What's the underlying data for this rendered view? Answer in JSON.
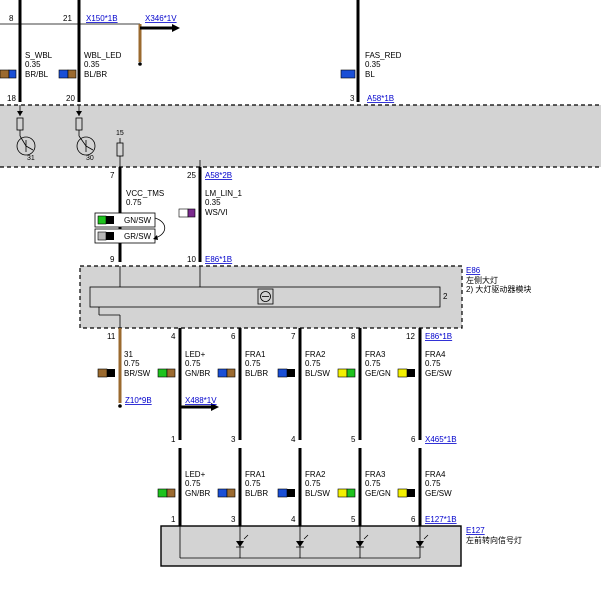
{
  "colors": {
    "brown": "#9b6a2f",
    "blue": "#1a4fd6",
    "green": "#1ec31e",
    "yellow": "#f3f000",
    "black": "#000000",
    "gray": "#b8b8b8",
    "violet": "#7b2a8e",
    "white": "#ffffff",
    "link": "#0000cc",
    "module_gray": "#d3d3d3"
  },
  "top": {
    "pin_8": "8",
    "pin_21": "21",
    "x150_1b": "X150*1B",
    "x346_1v": "X346*1V",
    "wires": [
      {
        "name": "S_WBL",
        "size": "0.35",
        "color_code": "BR/BL"
      },
      {
        "name": "WBL_LED",
        "size": "0.35",
        "color_code": "BL/BR"
      },
      {
        "name": "FAS_RED",
        "size": "0.35",
        "color_code": "BL"
      }
    ],
    "pin_18": "18",
    "pin_20": "20",
    "pin_3": "3",
    "a58_1b": "A58*1B"
  },
  "module_a58": {
    "pin_31": "31",
    "pin_30": "30",
    "pin_15": "15",
    "pin_7": "7",
    "pin_25": "25",
    "a58_2b": "A58*2B"
  },
  "middle": {
    "wires": [
      {
        "name": "VCC_TMS",
        "size": "0.75"
      },
      {
        "name": "LM_LIN_1",
        "size": "0.35",
        "color_code": "WS/VI"
      }
    ],
    "alt_colors": [
      "GN/SW",
      "GR/SW"
    ],
    "pin_9": "9",
    "pin_10": "10",
    "e86_1b_top": "E86*1B"
  },
  "module_e86": {
    "id": "E86",
    "name": "左侧大灯",
    "sub": "2)   大灯驱动器模块",
    "pin_2": "2"
  },
  "lower": {
    "pins_top": [
      "11",
      "4",
      "6",
      "7",
      "8",
      "12"
    ],
    "e86_1b": "E86*1B",
    "wires": [
      {
        "name": "31",
        "size": "0.75",
        "color_code": "BR/SW"
      },
      {
        "name": "LED+",
        "size": "0.75",
        "color_code": "GN/BR"
      },
      {
        "name": "FRA1",
        "size": "0.75",
        "color_code": "BL/BR"
      },
      {
        "name": "FRA2",
        "size": "0.75",
        "color_code": "BL/SW"
      },
      {
        "name": "FRA3",
        "size": "0.75",
        "color_code": "GE/GN"
      },
      {
        "name": "FRA4",
        "size": "0.75",
        "color_code": "GE/SW"
      }
    ],
    "z10_9b": "Z10*9B",
    "x488_1v": "X488*1V",
    "pins_x465": [
      "1",
      "3",
      "4",
      "5",
      "6"
    ],
    "x465_1b": "X465*1B"
  },
  "bottom": {
    "wires": [
      {
        "name": "LED+",
        "size": "0.75",
        "color_code": "GN/BR"
      },
      {
        "name": "FRA1",
        "size": "0.75",
        "color_code": "BL/BR"
      },
      {
        "name": "FRA2",
        "size": "0.75",
        "color_code": "BL/SW"
      },
      {
        "name": "FRA3",
        "size": "0.75",
        "color_code": "GE/GN"
      },
      {
        "name": "FRA4",
        "size": "0.75",
        "color_code": "GE/SW"
      }
    ],
    "pins": [
      "1",
      "3",
      "4",
      "5",
      "6"
    ],
    "e127_1b": "E127*1B",
    "e127_id": "E127",
    "e127_name": "左前转向信号灯"
  }
}
